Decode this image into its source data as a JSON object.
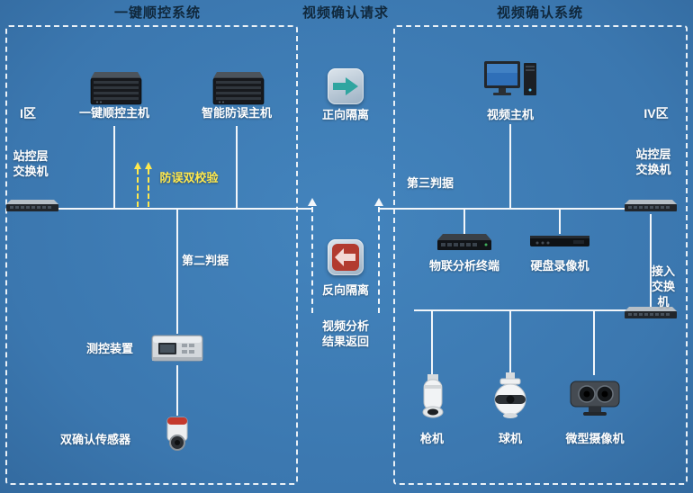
{
  "colors": {
    "background": "#3e7cb5",
    "line": "#f2f6fa",
    "header_text": "#10283c",
    "label_text": "#ffffff",
    "highlight_text": "#ffe94d",
    "forward_arrow": "#2fa5a0",
    "reverse_arrow": "#b23b2f"
  },
  "header": {
    "left": "一键顺控系统",
    "middle": "视频确认请求",
    "right": "视频确认系统"
  },
  "left_zone": {
    "zone_label": "I区",
    "station_switch": "站控层\n交换机",
    "host1": "一键顺控主机",
    "host2": "智能防误主机",
    "double_check": "防误双校验",
    "criterion": "第二判据",
    "control_device": "测控装置",
    "sensor": "双确认传感器"
  },
  "middle_zone": {
    "forward": "正向隔离",
    "reverse": "反向隔离",
    "return_note": "视频分析\n结果返回"
  },
  "right_zone": {
    "zone_label": "IV区",
    "video_host": "视频主机",
    "criterion": "第三判据",
    "station_switch": "站控层\n交换机",
    "iot_terminal": "物联分析终端",
    "dvr": "硬盘录像机",
    "access_switch": "接入\n交换机",
    "bullet_camera": "枪机",
    "dome_camera": "球机",
    "micro_camera": "微型摄像机"
  }
}
